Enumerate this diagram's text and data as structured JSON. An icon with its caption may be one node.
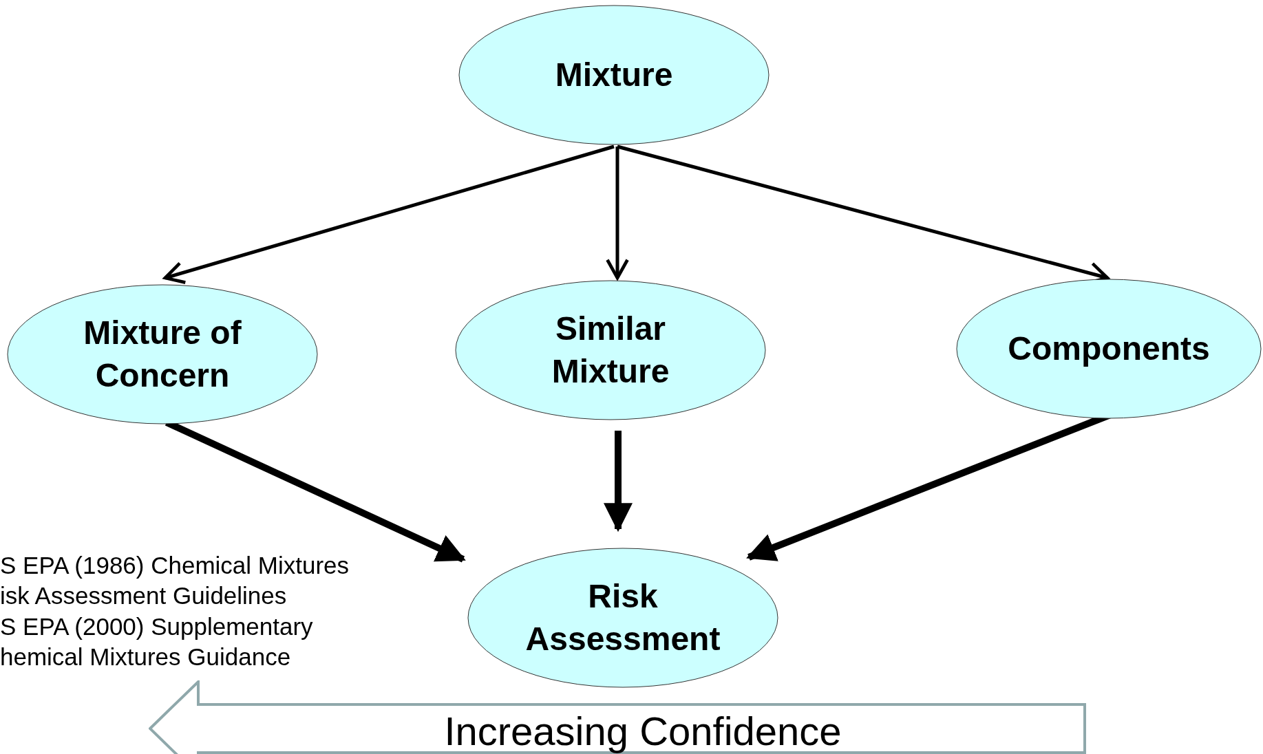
{
  "diagram": {
    "nodes": [
      {
        "text": [
          "Mixture"
        ]
      },
      {
        "text": [
          "Mixture of Concern"
        ]
      },
      {
        "text": [
          "Similar Mixture"
        ]
      },
      {
        "text": [
          "Components"
        ]
      },
      {
        "text": [
          "Risk Assessment"
        ]
      },
      {
        "text": [
          "Increasing Confidence"
        ]
      }
    ],
    "edges": [
      {
        "from": 0,
        "to": 1,
        "arrow": "to"
      },
      {
        "from": 0,
        "to": 2,
        "arrow": "to"
      },
      {
        "from": 0,
        "to": 3,
        "arrow": "to"
      },
      {
        "from": 1,
        "to": 4,
        "arrow": "to",
        "style": "thick"
      },
      {
        "from": 2,
        "to": 4,
        "arrow": "to",
        "style": "thick"
      },
      {
        "from": 3,
        "to": 4,
        "arrow": "to",
        "style": "thick"
      }
    ],
    "labels": [
      "S EPA (1986) Chemical Mixtures",
      "isk Assessment Guidelines",
      "S EPA (2000) Supplementary",
      "hemical Mixtures Guidance"
    ]
  }
}
